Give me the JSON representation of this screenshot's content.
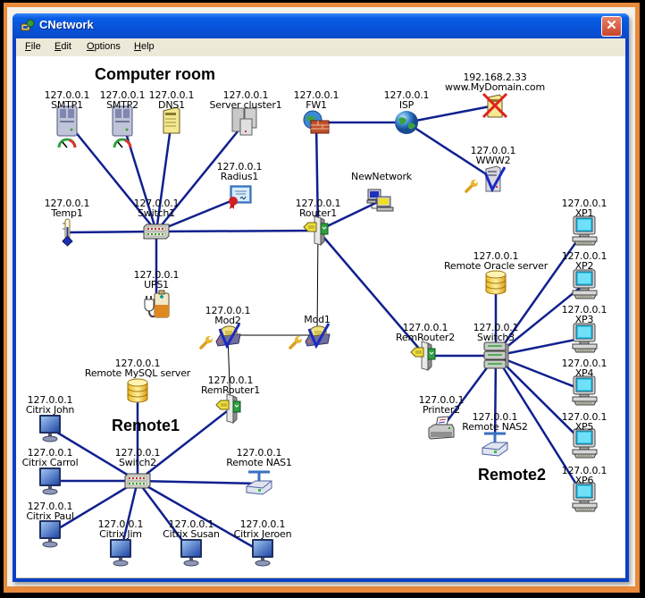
{
  "window": {
    "title": "CNetwork",
    "close_glyph": "✕"
  },
  "menu": [
    {
      "label": "File",
      "mnemonic": "F",
      "rest": "ile"
    },
    {
      "label": "Edit",
      "mnemonic": "E",
      "rest": "dit"
    },
    {
      "label": "Options",
      "mnemonic": "O",
      "rest": "ptions"
    },
    {
      "label": "Help",
      "mnemonic": "H",
      "rest": "elp"
    }
  ],
  "groups": [
    {
      "id": "computer-room",
      "title": "Computer room"
    },
    {
      "id": "remote1",
      "title": "Remote1"
    },
    {
      "id": "remote2",
      "title": "Remote2"
    }
  ],
  "colors": {
    "link": "#10208e",
    "link_thin": "#000000",
    "title_bar": "#0a5ee6",
    "frame_orange": "#e98a3c"
  },
  "nodes": [
    {
      "id": "smtp1",
      "ip": "127.0.0.1",
      "name": "SMTP1",
      "icon": "server-icon",
      "status": "gauge-icon"
    },
    {
      "id": "smtp2",
      "ip": "127.0.0.1",
      "name": "SMTP2",
      "icon": "server-icon",
      "status": "gauge-icon"
    },
    {
      "id": "dns1",
      "ip": "127.0.0.1",
      "name": "DNS1",
      "icon": "dns-server-icon"
    },
    {
      "id": "cluster1",
      "ip": "127.0.0.1",
      "name": "Server cluster1",
      "icon": "server-cluster-icon"
    },
    {
      "id": "fw1",
      "ip": "127.0.0.1",
      "name": "FW1",
      "icon": "firewall-icon"
    },
    {
      "id": "isp",
      "ip": "127.0.0.1",
      "name": "ISP",
      "icon": "globe-icon"
    },
    {
      "id": "mydomain",
      "ip": "192.168.2.33",
      "name": "www.MyDomain.com",
      "icon": "dns-server-icon",
      "status": "down-x-icon"
    },
    {
      "id": "www2",
      "ip": "127.0.0.1",
      "name": "WWW2",
      "icon": "tower-server-icon",
      "status": "ok-check-icon",
      "extra": "wrench-icon"
    },
    {
      "id": "radius1",
      "ip": "127.0.0.1",
      "name": "Radius1",
      "icon": "certificate-icon"
    },
    {
      "id": "newnetwork",
      "ip": "",
      "name": "NewNetwork",
      "icon": "network-icon"
    },
    {
      "id": "temp1",
      "ip": "127.0.0.1",
      "name": "Temp1",
      "icon": "thermometer-icon"
    },
    {
      "id": "switch1",
      "ip": "127.0.0.1",
      "name": "Switch1",
      "icon": "switch-icon"
    },
    {
      "id": "router1",
      "ip": "127.0.0.1",
      "name": "Router1",
      "icon": "router-icon"
    },
    {
      "id": "ups1",
      "ip": "127.0.0.1",
      "name": "UPS1",
      "icon": "ups-icon"
    },
    {
      "id": "mod2",
      "ip": "127.0.0.1",
      "name": "Mod2",
      "icon": "modem-icon",
      "status": "ok-check-icon",
      "extra": "wrench-icon"
    },
    {
      "id": "mod1",
      "ip": "",
      "name": "Mod1",
      "icon": "modem-icon",
      "status": "ok-check-icon",
      "extra": "wrench-icon"
    },
    {
      "id": "mysql",
      "ip": "127.0.0.1",
      "name": "Remote MySQL server",
      "icon": "database-icon"
    },
    {
      "id": "remrouter1",
      "ip": "127.0.0.1",
      "name": "RemRouter1",
      "icon": "router-icon"
    },
    {
      "id": "citrix-john",
      "ip": "127.0.0.1",
      "name": "Citrix John",
      "icon": "monitor-icon"
    },
    {
      "id": "citrix-carrol",
      "ip": "127.0.0.1",
      "name": "Citrix Carrol",
      "icon": "monitor-icon"
    },
    {
      "id": "citrix-paul",
      "ip": "127.0.0.1",
      "name": "Citrix Paul",
      "icon": "monitor-icon"
    },
    {
      "id": "switch2",
      "ip": "127.0.0.1",
      "name": "Switch2",
      "icon": "switch-icon"
    },
    {
      "id": "nas1",
      "ip": "127.0.0.1",
      "name": "Remote NAS1",
      "icon": "nas-icon"
    },
    {
      "id": "citrix-jim",
      "ip": "127.0.0.1",
      "name": "Citrix Jim",
      "icon": "monitor-icon"
    },
    {
      "id": "citrix-susan",
      "ip": "127.0.0.1",
      "name": "Citrix Susan",
      "icon": "monitor-icon"
    },
    {
      "id": "citrix-jeroen",
      "ip": "127.0.0.1",
      "name": "Citrix Jeroen",
      "icon": "monitor-icon"
    },
    {
      "id": "oracle",
      "ip": "127.0.0.1",
      "name": "Remote Oracle server",
      "icon": "database-icon"
    },
    {
      "id": "remrouter2",
      "ip": "127.0.0.1",
      "name": "RemRouter2",
      "icon": "router-icon"
    },
    {
      "id": "switch3",
      "ip": "127.0.0.1",
      "name": "Switch3",
      "icon": "stacked-switch-icon"
    },
    {
      "id": "printer2",
      "ip": "127.0.0.1",
      "name": "Printer2",
      "icon": "printer-icon"
    },
    {
      "id": "nas2",
      "ip": "127.0.0.1",
      "name": "Remote NAS2",
      "icon": "nas-icon"
    },
    {
      "id": "xp1",
      "ip": "127.0.0.1",
      "name": "XP1",
      "icon": "crt-pc-icon"
    },
    {
      "id": "xp2",
      "ip": "127.0.0.1",
      "name": "XP2",
      "icon": "crt-pc-icon"
    },
    {
      "id": "xp3",
      "ip": "127.0.0.1",
      "name": "XP3",
      "icon": "crt-pc-icon"
    },
    {
      "id": "xp4",
      "ip": "127.0.0.1",
      "name": "XP4",
      "icon": "crt-pc-icon"
    },
    {
      "id": "xp5",
      "ip": "127.0.0.1",
      "name": "XP5",
      "icon": "crt-pc-icon"
    },
    {
      "id": "xp6",
      "ip": "127.0.0.1",
      "name": "XP6",
      "icon": "crt-pc-icon"
    }
  ],
  "links": [
    [
      "switch1",
      "smtp1"
    ],
    [
      "switch1",
      "smtp2"
    ],
    [
      "switch1",
      "dns1"
    ],
    [
      "switch1",
      "cluster1"
    ],
    [
      "switch1",
      "radius1"
    ],
    [
      "switch1",
      "temp1"
    ],
    [
      "switch1",
      "ups1"
    ],
    [
      "switch1",
      "router1"
    ],
    [
      "router1",
      "fw1"
    ],
    [
      "router1",
      "newnetwork"
    ],
    [
      "router1",
      "remrouter2"
    ],
    [
      "fw1",
      "isp"
    ],
    [
      "isp",
      "mydomain"
    ],
    [
      "isp",
      "www2"
    ],
    [
      "switch2",
      "mysql"
    ],
    [
      "switch2",
      "remrouter1"
    ],
    [
      "switch2",
      "citrix-john"
    ],
    [
      "switch2",
      "citrix-carrol"
    ],
    [
      "switch2",
      "citrix-paul"
    ],
    [
      "switch2",
      "citrix-jim"
    ],
    [
      "switch2",
      "citrix-susan"
    ],
    [
      "switch2",
      "citrix-jeroen"
    ],
    [
      "switch2",
      "nas1"
    ],
    [
      "switch3",
      "oracle"
    ],
    [
      "switch3",
      "remrouter2"
    ],
    [
      "switch3",
      "printer2"
    ],
    [
      "switch3",
      "nas2"
    ],
    [
      "switch3",
      "xp1"
    ],
    [
      "switch3",
      "xp2"
    ],
    [
      "switch3",
      "xp3"
    ],
    [
      "switch3",
      "xp4"
    ],
    [
      "switch3",
      "xp5"
    ],
    [
      "switch3",
      "xp6"
    ]
  ],
  "thin_links": [
    [
      "router1",
      "mod1"
    ],
    [
      "mod1",
      "mod2"
    ],
    [
      "mod2",
      "remrouter1"
    ]
  ]
}
